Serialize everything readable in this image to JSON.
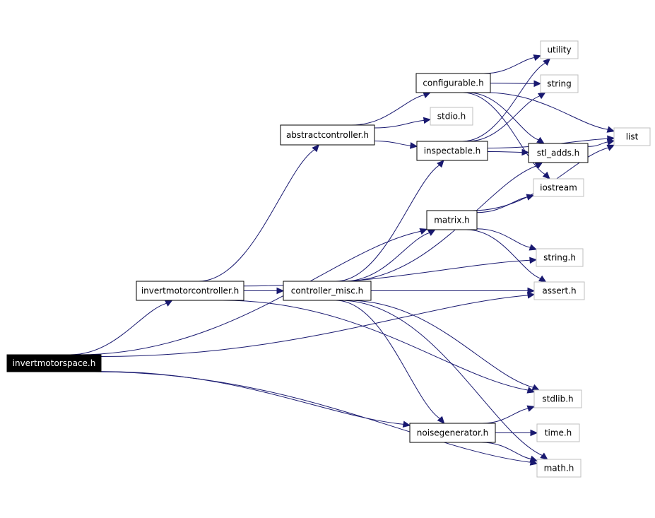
{
  "colors": {
    "edge": "#191970",
    "root_fill": "#000000",
    "root_text": "#ffffff",
    "documented_border": "#000000",
    "external_border": "#bfbfbf",
    "text": "#000000"
  },
  "nodes": [
    {
      "id": "invertmotorspace",
      "label": "invertmotorspace.h",
      "kind": "root"
    },
    {
      "id": "invertmotorcontroller",
      "label": "invertmotorcontroller.h",
      "kind": "documented"
    },
    {
      "id": "abstractcontroller",
      "label": "abstractcontroller.h",
      "kind": "documented"
    },
    {
      "id": "configurable",
      "label": "configurable.h",
      "kind": "documented"
    },
    {
      "id": "inspectable",
      "label": "inspectable.h",
      "kind": "documented"
    },
    {
      "id": "stl_adds",
      "label": "stl_adds.h",
      "kind": "documented"
    },
    {
      "id": "matrix",
      "label": "matrix.h",
      "kind": "documented"
    },
    {
      "id": "controller_misc",
      "label": "controller_misc.h",
      "kind": "documented"
    },
    {
      "id": "noisegenerator",
      "label": "noisegenerator.h",
      "kind": "documented"
    },
    {
      "id": "utility",
      "label": "utility",
      "kind": "external"
    },
    {
      "id": "string",
      "label": "string",
      "kind": "external"
    },
    {
      "id": "stdio",
      "label": "stdio.h",
      "kind": "external"
    },
    {
      "id": "list",
      "label": "list",
      "kind": "external"
    },
    {
      "id": "iostream",
      "label": "iostream",
      "kind": "external"
    },
    {
      "id": "string_h",
      "label": "string.h",
      "kind": "external"
    },
    {
      "id": "assert",
      "label": "assert.h",
      "kind": "external"
    },
    {
      "id": "stdlib",
      "label": "stdlib.h",
      "kind": "external"
    },
    {
      "id": "time",
      "label": "time.h",
      "kind": "external"
    },
    {
      "id": "math",
      "label": "math.h",
      "kind": "external"
    }
  ],
  "edges": [
    {
      "from": "invertmotorspace",
      "to": "invertmotorcontroller"
    },
    {
      "from": "invertmotorspace",
      "to": "matrix"
    },
    {
      "from": "invertmotorspace",
      "to": "assert"
    },
    {
      "from": "invertmotorspace",
      "to": "noisegenerator"
    },
    {
      "from": "invertmotorspace",
      "to": "math"
    },
    {
      "from": "invertmotorcontroller",
      "to": "abstractcontroller"
    },
    {
      "from": "invertmotorcontroller",
      "to": "controller_misc"
    },
    {
      "from": "invertmotorcontroller",
      "to": "string_h"
    },
    {
      "from": "invertmotorcontroller",
      "to": "stdlib"
    },
    {
      "from": "abstractcontroller",
      "to": "configurable"
    },
    {
      "from": "abstractcontroller",
      "to": "stdio"
    },
    {
      "from": "abstractcontroller",
      "to": "inspectable"
    },
    {
      "from": "configurable",
      "to": "utility"
    },
    {
      "from": "configurable",
      "to": "string"
    },
    {
      "from": "configurable",
      "to": "stl_adds"
    },
    {
      "from": "configurable",
      "to": "iostream"
    },
    {
      "from": "configurable",
      "to": "list"
    },
    {
      "from": "inspectable",
      "to": "utility"
    },
    {
      "from": "inspectable",
      "to": "string"
    },
    {
      "from": "inspectable",
      "to": "list"
    },
    {
      "from": "inspectable",
      "to": "stl_adds"
    },
    {
      "from": "stl_adds",
      "to": "list"
    },
    {
      "from": "matrix",
      "to": "iostream"
    },
    {
      "from": "matrix",
      "to": "list"
    },
    {
      "from": "matrix",
      "to": "string_h"
    },
    {
      "from": "matrix",
      "to": "assert"
    },
    {
      "from": "controller_misc",
      "to": "inspectable"
    },
    {
      "from": "controller_misc",
      "to": "matrix"
    },
    {
      "from": "controller_misc",
      "to": "stl_adds"
    },
    {
      "from": "controller_misc",
      "to": "assert"
    },
    {
      "from": "controller_misc",
      "to": "stdlib"
    },
    {
      "from": "controller_misc",
      "to": "noisegenerator"
    },
    {
      "from": "controller_misc",
      "to": "math"
    },
    {
      "from": "noisegenerator",
      "to": "stdlib"
    },
    {
      "from": "noisegenerator",
      "to": "time"
    },
    {
      "from": "noisegenerator",
      "to": "math"
    }
  ]
}
